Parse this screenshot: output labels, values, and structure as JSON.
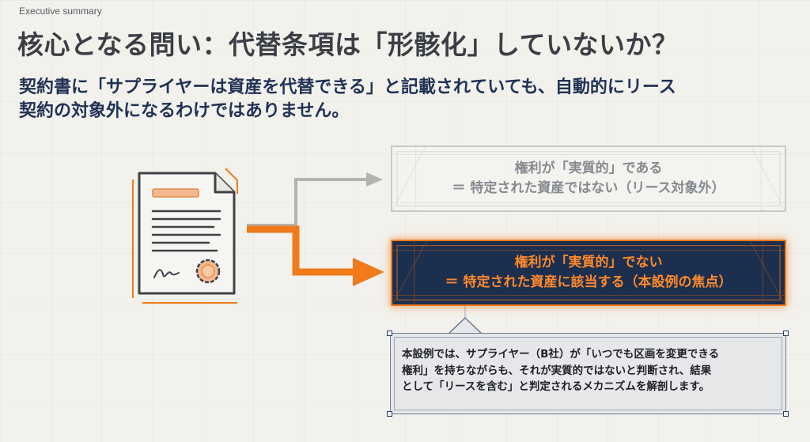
{
  "header": {
    "section_label": "Executive summary",
    "title": "核心となる問い：代替条項は「形骸化」していないか？",
    "subtitle_line1": "契約書に「サプライヤーは資産を代替できる」と記載されていても、自動的にリース",
    "subtitle_line2": "契約の対象外になるわけではありません。"
  },
  "outcomes": {
    "gray": {
      "line1": "権利が「実質的」である",
      "line2": "＝ 特定された資産ではない（リース対象外）"
    },
    "highlight": {
      "line1": "権利が「実質的」でない",
      "line2": "＝ 特定された資産に該当する（本設例の焦点）"
    }
  },
  "callout": {
    "line1": "本設例では、サプライヤー（B社）が「いつでも区画を変更できる",
    "line2": "権利」を持ちながらも、それが実質的ではないと判断され、結果",
    "line3": "として「リースを含む」と判定されるメカニズムを解剖します。"
  },
  "icons": {
    "document": "contract-document-icon",
    "seal": "seal-icon",
    "signature": "signature-icon",
    "arrow_gray": "arrow-right-icon",
    "arrow_orange": "arrow-right-icon"
  },
  "colors": {
    "accent_orange": "#f07a1c",
    "navy": "#1d2f4f",
    "muted_gray": "#858a90",
    "background": "#f2f1ec"
  }
}
